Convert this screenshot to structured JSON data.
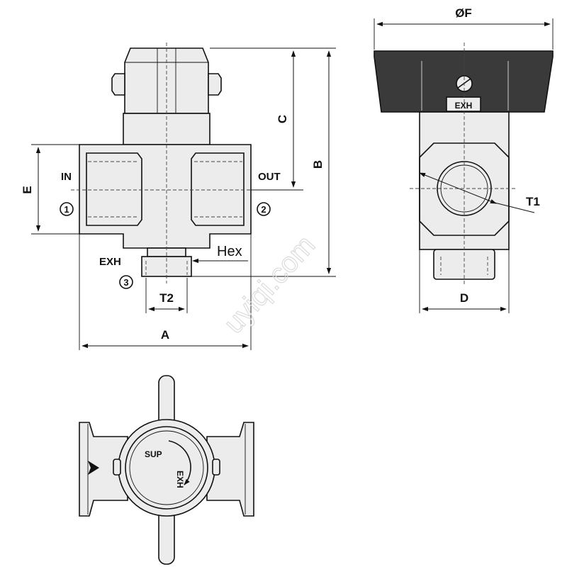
{
  "labels": {
    "dim_f": "ØF",
    "dim_c": "C",
    "dim_b": "B",
    "dim_e": "E",
    "dim_a": "A",
    "dim_d": "D",
    "dim_t1": "T1",
    "dim_t2": "T2",
    "hex": "Hex",
    "port_in": "IN",
    "port_out": "OUT",
    "port_exh": "EXH",
    "port_1": "1",
    "port_2": "2",
    "port_3": "3",
    "handle_exh": "EXH",
    "top_sup": "SUP",
    "top_exh": "EXH"
  },
  "watermark": "uyiqi.com",
  "colors": {
    "line": "#111111",
    "fill": "#ececec",
    "handle": "#3a3a3a",
    "watermark": "#d9d9d9"
  }
}
